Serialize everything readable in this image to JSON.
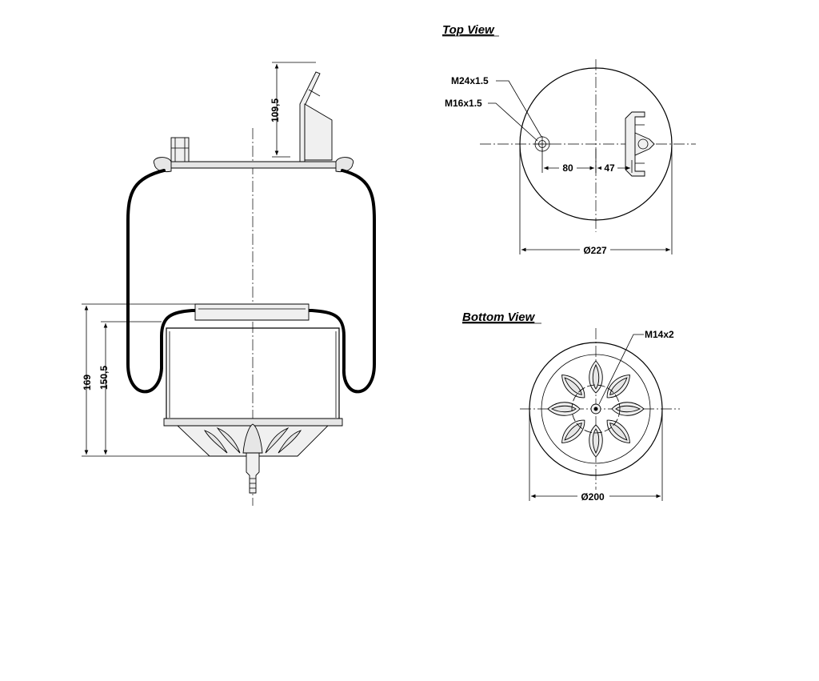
{
  "views": {
    "top_title": "Top View",
    "bottom_title": "Bottom View"
  },
  "side_dims": {
    "overall_height": "169",
    "inner_height": "150,5",
    "bracket_height": "109,5"
  },
  "top_dims": {
    "thread_large": "M24x1.5",
    "thread_small": "M16x1.5",
    "offset_a": "80",
    "offset_b": "47",
    "diameter": "Ø227"
  },
  "bottom_dims": {
    "thread": "M14x2",
    "diameter": "Ø200"
  }
}
